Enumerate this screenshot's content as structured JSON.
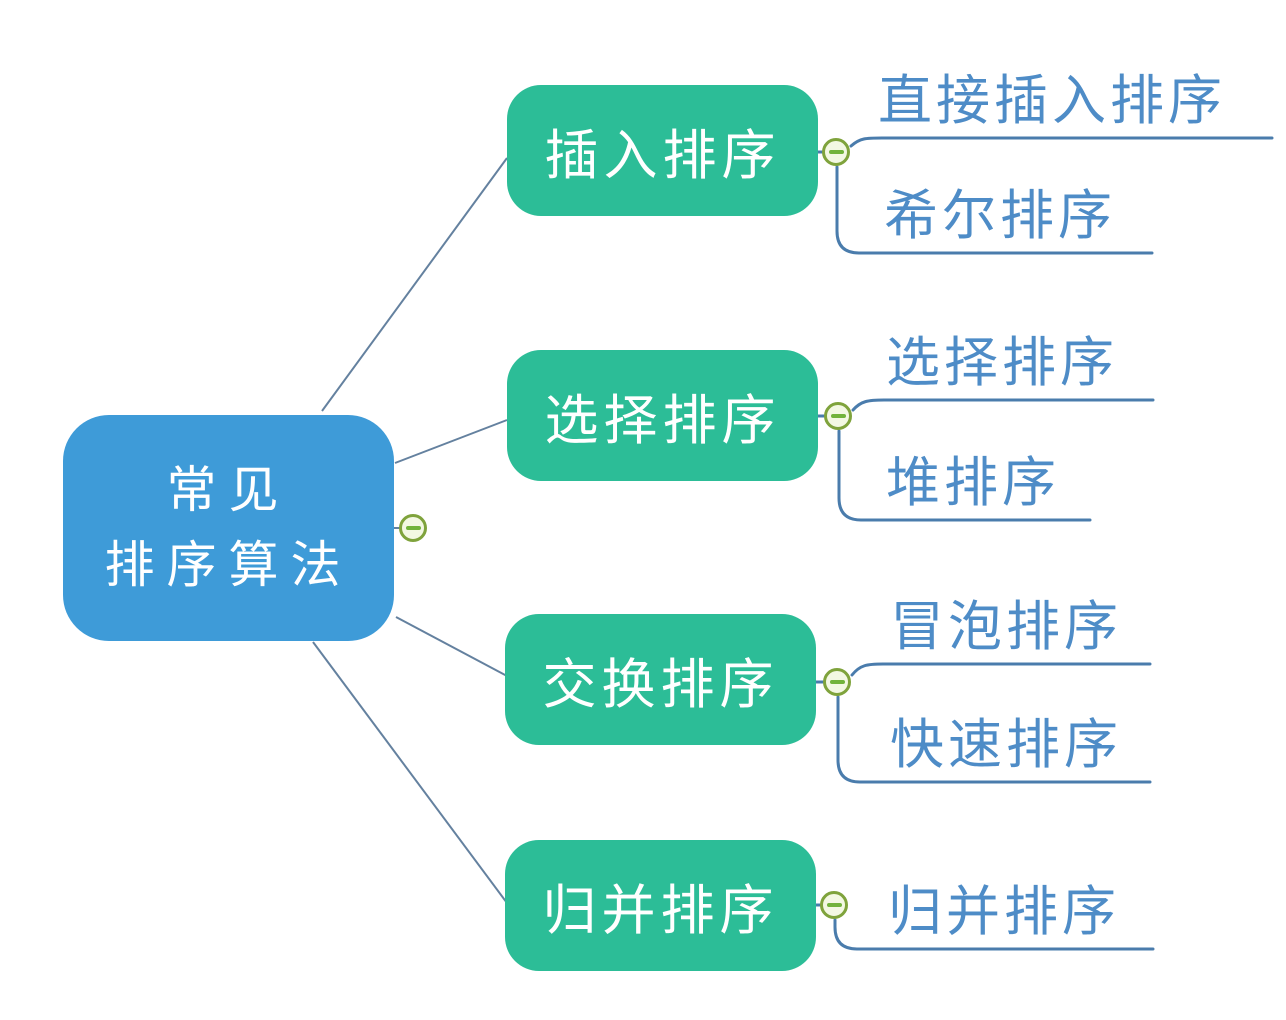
{
  "root": {
    "line1": "常见",
    "line2": "排序算法"
  },
  "branches": [
    {
      "label": "插入排序",
      "children": [
        "直接插入排序",
        "希尔排序"
      ]
    },
    {
      "label": "选择排序",
      "children": [
        "选择排序",
        "堆排序"
      ]
    },
    {
      "label": "交换排序",
      "children": [
        "冒泡排序",
        "快速排序"
      ]
    },
    {
      "label": "归并排序",
      "children": [
        "归并排序"
      ]
    }
  ],
  "icons": {
    "collapse": "minus-circle"
  },
  "colors": {
    "root_fill": "#3E9BD8",
    "branch_fill": "#2CBD97",
    "topic_text": "#FFFFFF",
    "subtopic_text": "#4E8CC7",
    "edge": "#64819F",
    "child_edge": "#4A7CAC",
    "icon_ring": "#7FA33C",
    "icon_fill": "#F3F8E3",
    "icon_minus": "#72B33C"
  }
}
